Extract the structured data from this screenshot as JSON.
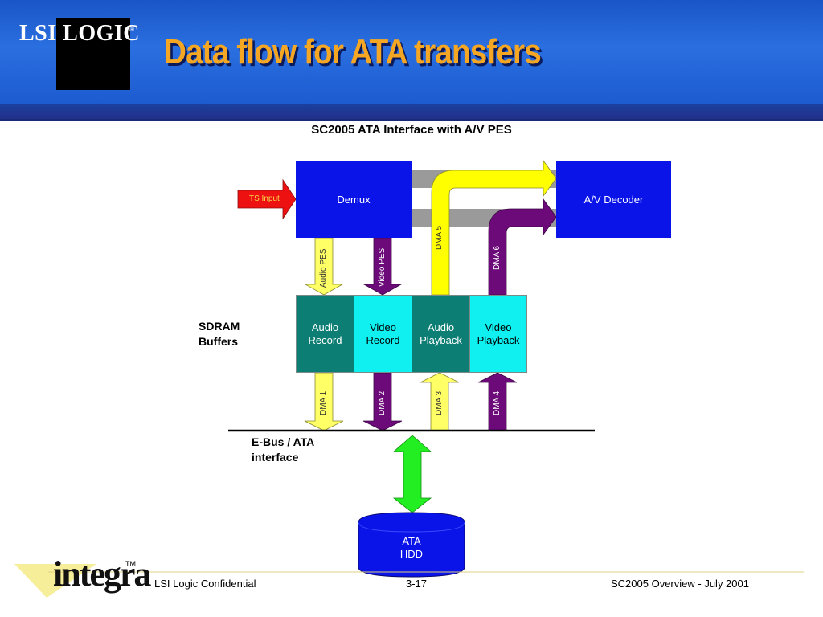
{
  "header": {
    "logo_text": "LSI LOGIC",
    "logo_tm": "®",
    "title": "Data flow for ATA transfers"
  },
  "diagram": {
    "subtitle": "SC2005 ATA Interface with A/V PES",
    "ts_input": "TS Input",
    "demux": "Demux",
    "av_decoder": "A/V Decoder",
    "sdram_label": [
      "SDRAM",
      "Buffers"
    ],
    "buffers": [
      {
        "line1": "Audio",
        "line2": "Record"
      },
      {
        "line1": "Video",
        "line2": "Record"
      },
      {
        "line1": "Audio",
        "line2": "Playback"
      },
      {
        "line1": "Video",
        "line2": "Playback"
      }
    ],
    "upper_arrows": {
      "audio_pes": "Audio PES",
      "video_pes": "Video PES",
      "dma5": "DMA 5",
      "dma6": "DMA 6"
    },
    "lower_arrows": {
      "dma1": "DMA 1",
      "dma2": "DMA 2",
      "dma3": "DMA 3",
      "dma4": "DMA 4"
    },
    "ebus_label": [
      "E-Bus / ATA",
      "interface"
    ],
    "hdd": {
      "line1": "ATA",
      "line2": "HDD"
    }
  },
  "footer": {
    "brand": "integra",
    "brand_tm": "TM",
    "left": "LSI Logic Confidential",
    "center": "3-17",
    "right": "SC2005 Overview - July 2001"
  },
  "colors": {
    "header_blue": "#1a55c6",
    "title_orange": "#f5a623",
    "box_blue": "#0a14e8",
    "buffer_teal": "#0d7e74",
    "buffer_cyan": "#11f0f0",
    "arrow_yellow": "#ffff00",
    "arrow_purple": "#6b0a78",
    "arrow_green": "#22ee22",
    "ts_red": "#ee1111",
    "gray_bar": "#9a9a9a"
  }
}
